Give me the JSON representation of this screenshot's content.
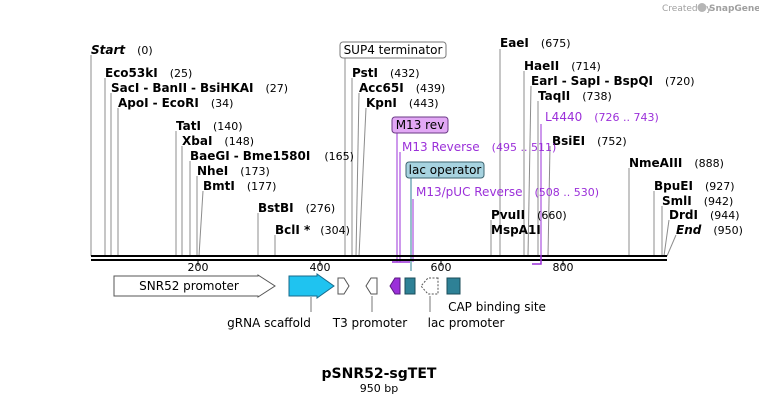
{
  "credit": {
    "created_by": "Created by",
    "brand": "SnapGene"
  },
  "map": {
    "name": "pSNR52-sgTET",
    "size_label": "950 bp",
    "ticks": [
      "200",
      "400",
      "600",
      "800"
    ]
  },
  "sites": [
    {
      "name": "Start",
      "pos": "(0)"
    },
    {
      "name": "Eco53kI",
      "pos": "(25)"
    },
    {
      "name": "SacI",
      "name2": "BanII",
      "name3": "BsiHKAI",
      "pos": "(27)"
    },
    {
      "name": "ApoI",
      "name2": "EcoRI",
      "pos": "(34)"
    },
    {
      "name": "TatI",
      "pos": "(140)"
    },
    {
      "name": "XbaI",
      "pos": "(148)"
    },
    {
      "name": "BaeGI",
      "name2": "Bme1580I",
      "pos": "(165)"
    },
    {
      "name": "NheI",
      "pos": "(173)"
    },
    {
      "name": "BmtI",
      "pos": "(177)"
    },
    {
      "name": "BstBI",
      "pos": "(276)"
    },
    {
      "name": "BclI *",
      "pos": "(304)"
    },
    {
      "name": "PstI",
      "pos": "(432)"
    },
    {
      "name": "Acc65I",
      "pos": "(439)"
    },
    {
      "name": "KpnI",
      "pos": "(443)"
    },
    {
      "name": "EaeI",
      "pos": "(675)"
    },
    {
      "name": "HaeII",
      "pos": "(714)"
    },
    {
      "name": "EarI",
      "name2": "SapI",
      "name3": "BspQI",
      "pos": "(720)"
    },
    {
      "name": "TaqII",
      "pos": "(738)"
    },
    {
      "name": "BsiEI",
      "pos": "(752)"
    },
    {
      "name": "PvuII",
      "pos": "(660)"
    },
    {
      "name": "MspA1I",
      "pos": ""
    },
    {
      "name": "NmeAIII",
      "pos": "(888)"
    },
    {
      "name": "BpuEI",
      "pos": "(927)"
    },
    {
      "name": "SmlI",
      "pos": "(942)"
    },
    {
      "name": "DrdI",
      "pos": "(944)"
    },
    {
      "name": "End",
      "pos": "(950)"
    }
  ],
  "primers": [
    {
      "name": "M13 Reverse",
      "pos": "(495 .. 511)"
    },
    {
      "name": "M13/pUC Reverse",
      "pos": "(508 .. 530)"
    },
    {
      "name": "L4440",
      "pos": "(726 .. 743)"
    }
  ],
  "boxed_labels": {
    "sup4": "SUP4 terminator",
    "m13rev": "M13 rev",
    "lacop": "lac operator"
  },
  "features": {
    "snr52": "SNR52 promoter",
    "grna": "gRNA scaffold",
    "t3": "T3 promoter",
    "lacprom": "lac promoter",
    "cap": "CAP binding site"
  },
  "colors": {
    "grna": "#1fc3f0",
    "m13rev_box": "#e2a8f5",
    "m13rev_arrow": "#9b30d9",
    "lacop_box": "#a7d3e0",
    "lacop_feat": "#2e8196",
    "cap": "#2e8196",
    "primer": "#9b30d9"
  }
}
